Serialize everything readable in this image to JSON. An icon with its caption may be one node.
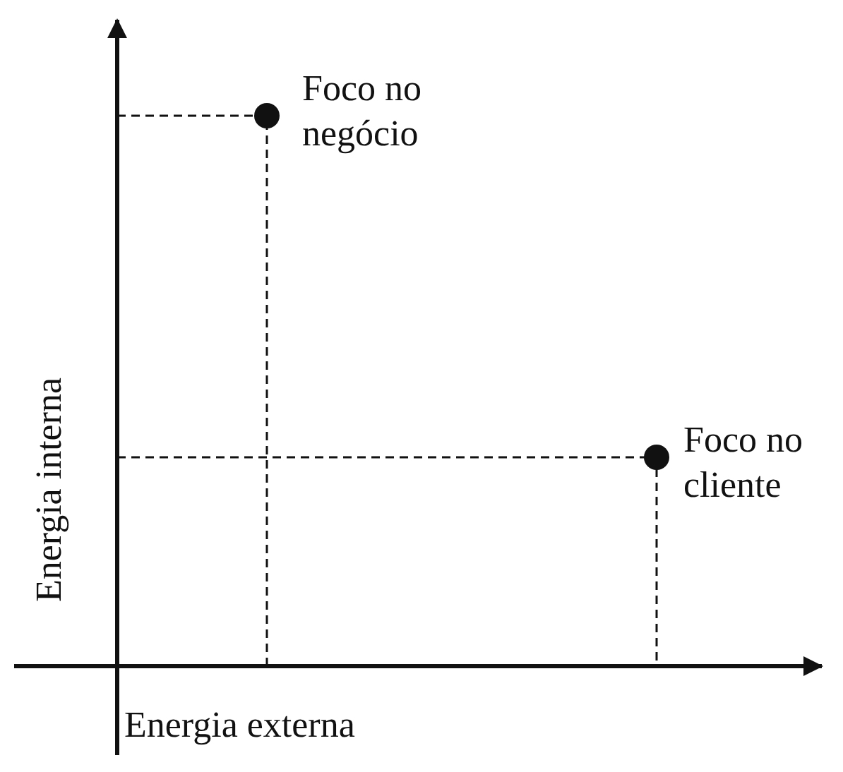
{
  "diagram": {
    "labels": [
      "Foco no negócio",
      "Foco no cliente",
      "Energia interna",
      "Energia externa"
    ]
  }
}
